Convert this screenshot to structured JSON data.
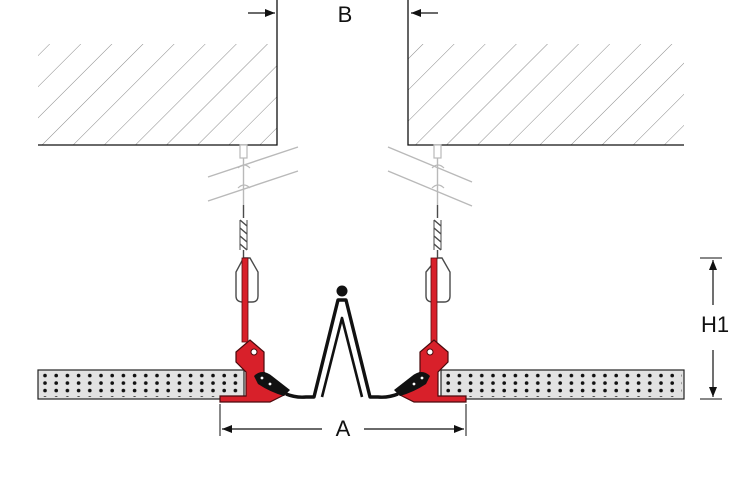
{
  "labels": {
    "gap": "B",
    "width": "A",
    "height": "H1"
  },
  "colors": {
    "clip_red": "#d8202a",
    "profile_black": "#111111",
    "panel_fill": "#e2e2e2",
    "hatch_line": "#8a8a8a",
    "wire_faded": "#b9b9b9"
  }
}
